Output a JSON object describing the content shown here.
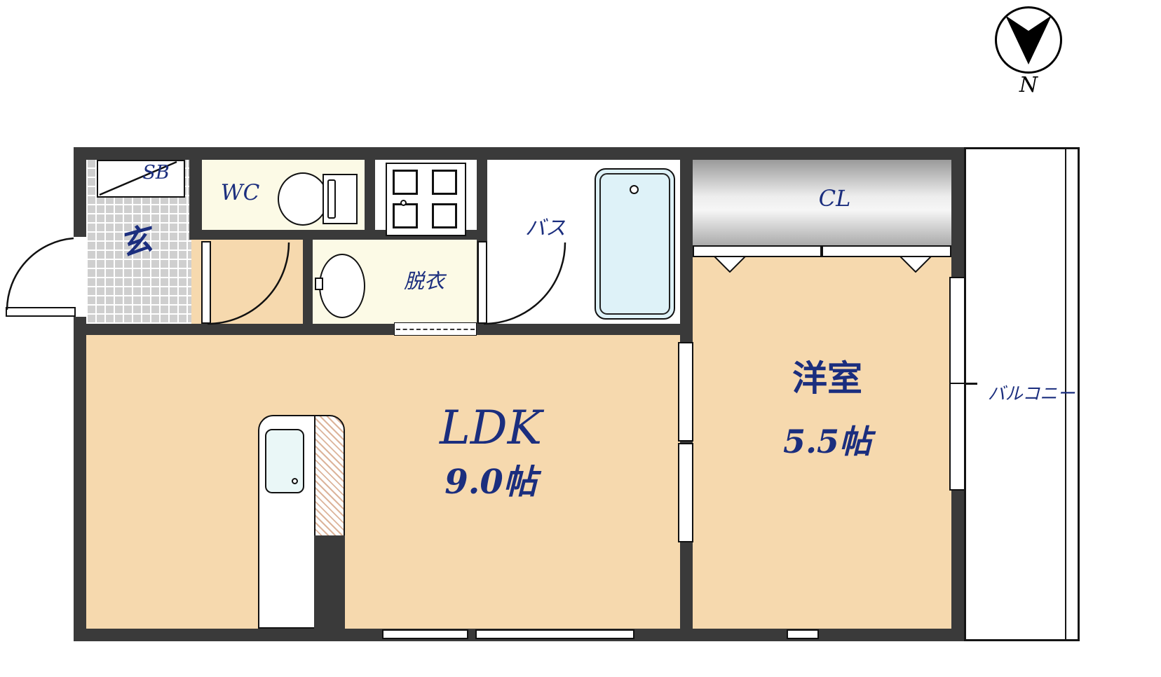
{
  "compass": {
    "label": "N"
  },
  "rooms": {
    "shoe_box": {
      "label": "SB"
    },
    "entrance": {
      "label": "玄"
    },
    "wc": {
      "label": "WC"
    },
    "dressing": {
      "label": "脱衣"
    },
    "bath": {
      "label": "バス"
    },
    "closet": {
      "label": "CL"
    },
    "ldk": {
      "label": "LDK",
      "size": "9.0帖"
    },
    "western_room": {
      "label": "洋室",
      "size": "5.5帖"
    },
    "balcony": {
      "label": "バルコニー"
    }
  },
  "colors": {
    "wall": "#3a3a3a",
    "floor_peach": "#f6d9ae",
    "floor_service": "#fcfae6",
    "tub_fill": "#def2f8",
    "label_navy": "#1b2e7e"
  }
}
